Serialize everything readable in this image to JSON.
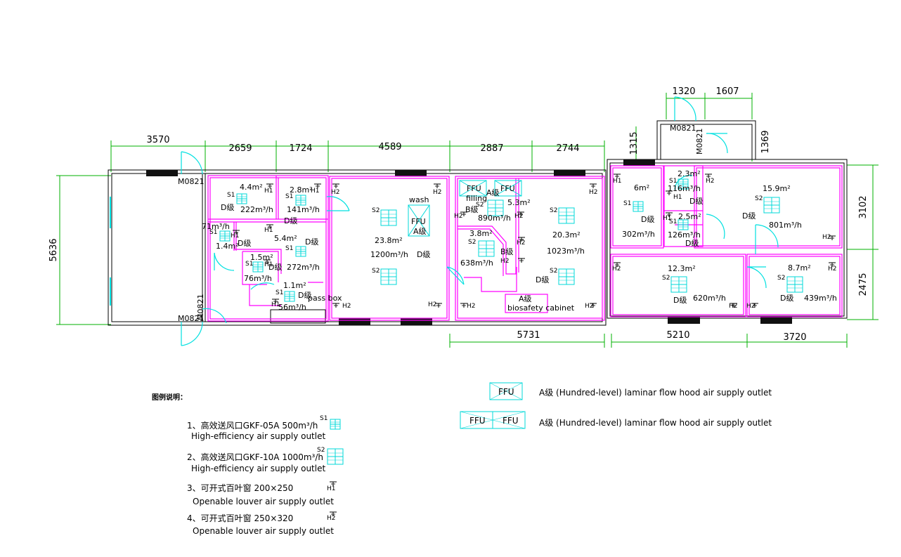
{
  "dimensions": {
    "top": [
      "3570",
      "2659",
      "1724",
      "4589",
      "2887",
      "2744",
      "1315",
      "1320",
      "1607",
      "1369"
    ],
    "bottom": [
      "5731",
      "5210",
      "3720"
    ],
    "left": "5636",
    "right": [
      "3102",
      "2475"
    ]
  },
  "doors": [
    "M0821",
    "M0821",
    "M0821",
    "M0821",
    "M0821"
  ],
  "rooms": {
    "r1": {
      "area": "4.4m²",
      "flow": "222m³/h",
      "grade": "D级",
      "outlet": "S1"
    },
    "r2": {
      "area": "2.8m²",
      "flow": "141m³/h",
      "grade": "D级",
      "outlet": "S1"
    },
    "r3": {
      "area": "5.4m²",
      "flow": "272m³/h",
      "grade": "D级",
      "outlet": "S1"
    },
    "r4": {
      "area": "1.4m²",
      "flow": "71m³/h",
      "grade": "D级",
      "outlet": "S1"
    },
    "r5": {
      "area": "1.5m²",
      "flow": "76m³/h",
      "grade": "D级",
      "outlet": "S1"
    },
    "r6": {
      "area": "1.1m²",
      "flow": "56m³/h",
      "grade": "D级",
      "outlet": "S1"
    },
    "r7": {
      "area": "23.8m²",
      "flow": "1200m³/h",
      "grade": "D级",
      "outlet": "S2"
    },
    "r8": {
      "area": "5.3m²",
      "flow": "890m³/h",
      "grade": "B级",
      "outlet": "S2"
    },
    "r9": {
      "area": "3.8m²",
      "flow": "638m³/h",
      "grade": "B级",
      "outlet": "S2"
    },
    "r10": {
      "area": "20.3m²",
      "flow": "1023m³/h",
      "grade": "D级",
      "outlet": "S2"
    },
    "r11": {
      "area": "6m²",
      "flow": "302m³/h",
      "grade": "D级",
      "outlet": "S1"
    },
    "r12": {
      "area": "2.3m²",
      "flow": "116m³/h",
      "grade": "D级",
      "outlet": "S1"
    },
    "r13": {
      "area": "2.5m²",
      "flow": "126m³/h",
      "grade": "D级",
      "outlet": "S1"
    },
    "r14": {
      "area": "15.9m²",
      "flow": "801m³/h",
      "grade": "D级",
      "outlet": "S2"
    },
    "r15": {
      "area": "12.3m²",
      "flow": "620m³/h",
      "grade": "D级",
      "outlet": "S2"
    },
    "r16": {
      "area": "8.7m²",
      "flow": "439m³/h",
      "grade": "D级",
      "outlet": "S2"
    }
  },
  "labels": {
    "wash": "wash",
    "filling": "filling",
    "ffu": "FFU",
    "a_grade": "A级",
    "pass_box": "pass box",
    "biosafety_cabinet": "biosafety cabinet",
    "h1": "H1",
    "h2": "H2"
  },
  "legend": {
    "title": "图例说明：",
    "items": [
      {
        "line1": "1、高效送风口GKF-05A   500m³/h",
        "line2": "High-efficiency air supply outlet",
        "symbol": "S1"
      },
      {
        "line1": "2、高效送风口GKF-10A   1000m³/h",
        "line2": "High-efficiency air supply outlet",
        "symbol": "S2"
      },
      {
        "line1": "3、可开式百叶窗   200×250",
        "line2": "Openable louver air supply outlet",
        "symbol": "H1"
      },
      {
        "line1": "4、可开式百叶窗   250×320",
        "line2": "Openable louver air supply outlet",
        "symbol": "H2"
      }
    ],
    "ffu_items": [
      {
        "desc": "A级  (Hundred-level) laminar flow hood air supply outlet"
      },
      {
        "desc": "A级  (Hundred-level) laminar flow hood air supply outlet"
      }
    ]
  },
  "colors": {
    "wall": "#000000",
    "partition": "#ff00ff",
    "dimension": "#00c000",
    "door": "#00e5e5"
  }
}
